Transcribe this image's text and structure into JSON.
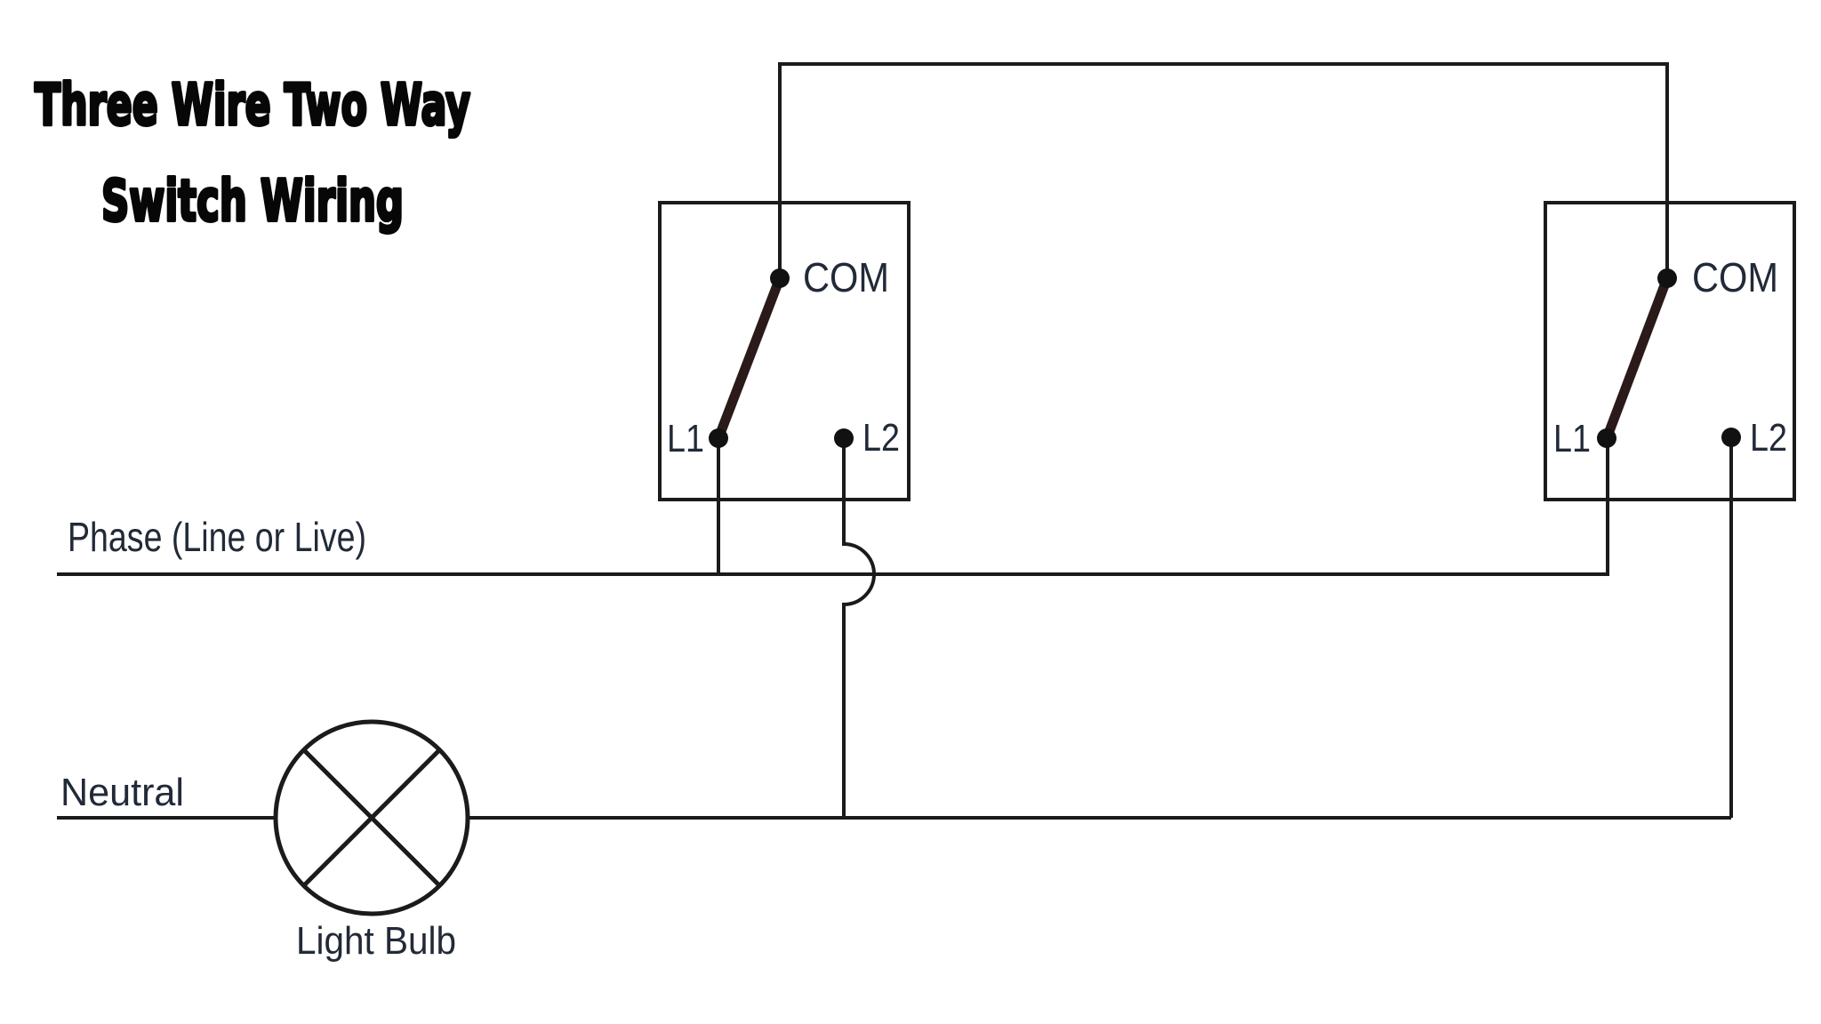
{
  "title": {
    "line1": "Three Wire Two Way",
    "line2": "Switch Wiring"
  },
  "switches": {
    "left": {
      "com_label": "COM",
      "l1_label": "L1",
      "l2_label": "L2"
    },
    "right": {
      "com_label": "COM",
      "l1_label": "L1",
      "l2_label": "L2"
    }
  },
  "wire_labels": {
    "phase": "Phase (Line or Live)",
    "neutral": "Neutral"
  },
  "lamp": {
    "label": "Light Bulb"
  },
  "colors": {
    "background": "#ffffff",
    "wire": "#1b1b1b",
    "terminal_dot": "#111111",
    "switch_lever": "#2b1a1a",
    "label_text": "#222a38",
    "title_text": "#070707"
  }
}
